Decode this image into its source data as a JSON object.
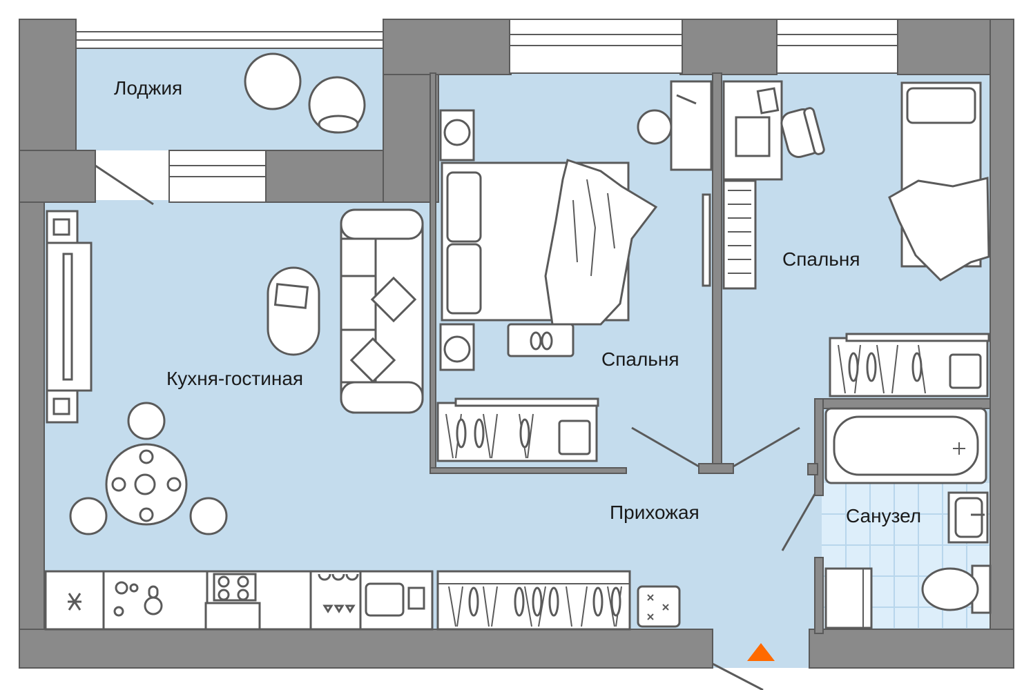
{
  "plan": {
    "rooms": {
      "loggia": "Лоджия",
      "kitchen_living": "Кухня-гостиная",
      "bedroom_1": "Спальня",
      "bedroom_2": "Спальня",
      "hallway": "Прихожая",
      "bathroom": "Санузел"
    },
    "colors": {
      "wall": "#8a8a8a",
      "floor": "#c4dced",
      "bath_tile": "#ddeefa",
      "line": "#5a5a5a",
      "entrance": "#ff6a00"
    },
    "icons": [
      "entrance-marker-icon",
      "armchair-icon",
      "sofa-icon",
      "bed-icon",
      "desk-icon",
      "wardrobe-icon",
      "bathtub-icon",
      "toilet-icon",
      "sink-icon",
      "stove-icon",
      "dining-table-icon",
      "tv-icon"
    ]
  }
}
